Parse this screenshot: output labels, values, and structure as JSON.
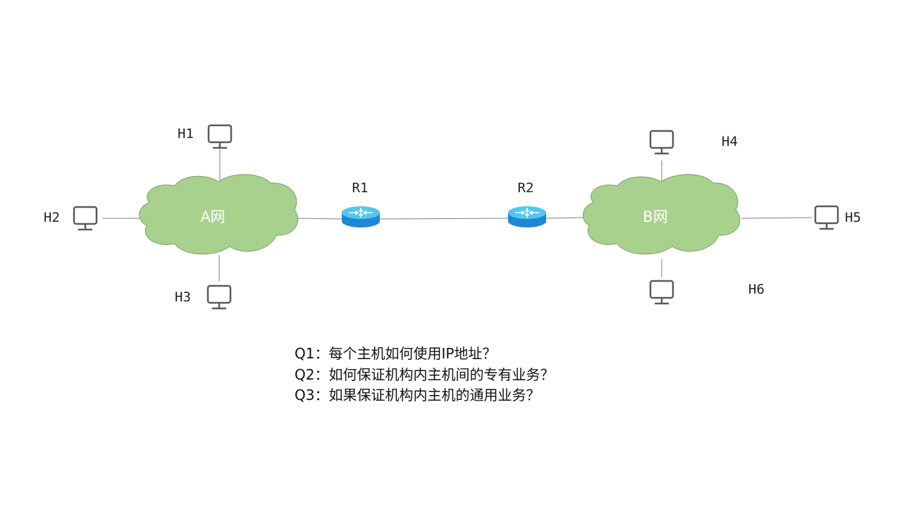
{
  "clouds": {
    "a": "A网",
    "b": "B网"
  },
  "routers": {
    "r1": "R1",
    "r2": "R2"
  },
  "hosts": {
    "h1": "H1",
    "h2": "H2",
    "h3": "H3",
    "h4": "H4",
    "h5": "H5",
    "h6": "H6"
  },
  "icons": {
    "host": "computer-monitor-icon",
    "router": "router-icon",
    "network": "cloud-icon"
  },
  "colors": {
    "cloud_fill": "#a9d18e",
    "router_top": "#4fc8f0",
    "router_side": "#1e88d4"
  },
  "questions": [
    "Q1：每个主机如何使用IP地址？",
    "Q2：如何保证机构内主机间的专有业务？",
    "Q3：如果保证机构内主机的通用业务？"
  ]
}
